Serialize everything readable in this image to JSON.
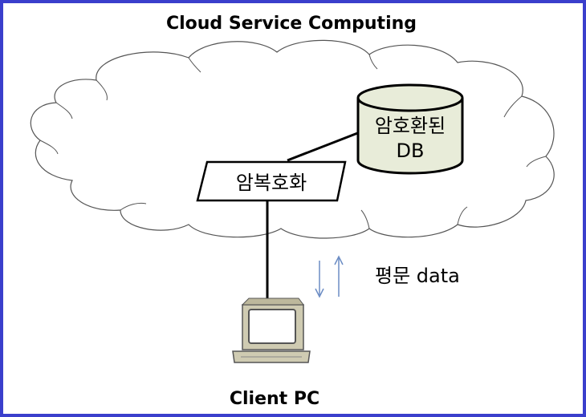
{
  "diagram": {
    "title": "Cloud Service Computing",
    "db_label_line1": "암호환된",
    "db_label_line2": "DB",
    "module_label": "암복호화",
    "flow_label": "평문 data",
    "client_label": "Client PC"
  },
  "colors": {
    "frame_border": "#3a3fcc",
    "cloud_fill": "#ffffff",
    "cloud_stroke": "#555555",
    "db_fill": "#e8ecd9",
    "monitor_fill": "#cfcbb2",
    "arrow_color": "#6b8cc4"
  }
}
